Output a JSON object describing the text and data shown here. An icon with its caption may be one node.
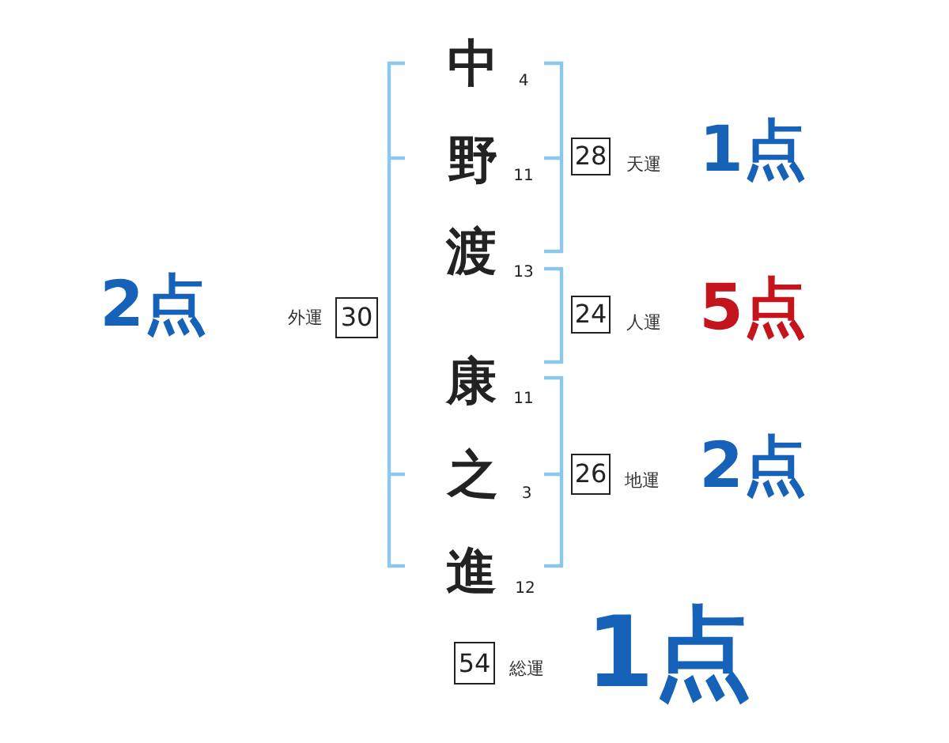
{
  "diagram": {
    "nodes": [
      {
        "text": [
          "28"
        ],
        "beside": [
          "天運",
          "1点"
        ]
      },
      {
        "text": [
          "30"
        ],
        "beside": [
          "外運",
          "2点"
        ]
      },
      {
        "text": [
          "24"
        ],
        "beside": [
          "人運",
          "5点"
        ]
      },
      {
        "text": [
          "26"
        ],
        "beside": [
          "地運",
          "2点"
        ]
      },
      {
        "text": [
          "54"
        ],
        "beside": [
          "総運",
          "1点"
        ]
      }
    ],
    "labels": [
      "中",
      "4",
      "野",
      "11",
      "渡",
      "13",
      "康",
      "11",
      "之",
      "3",
      "進",
      "12"
    ]
  }
}
